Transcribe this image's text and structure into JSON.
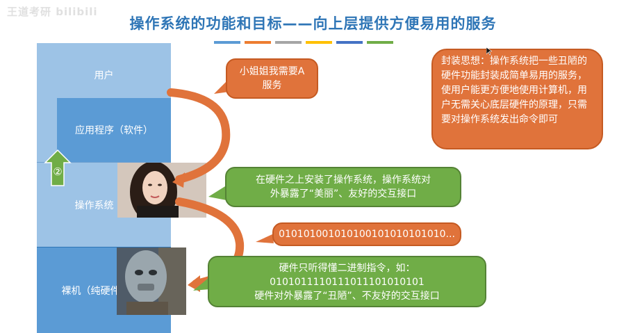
{
  "watermark": "王道考研 bilibili",
  "title": "操作系统的功能和目标——向上层提供方便易用的服务",
  "deco_colors": [
    "#5b9bd5",
    "#ed7d31",
    "#a5a5a5",
    "#ffc000",
    "#4472c4",
    "#70ad47"
  ],
  "layers": {
    "user": "用户",
    "app": "应用程序（软件）",
    "os": "操作系统",
    "hardware": "裸机（纯硬件）"
  },
  "step_marker": "②",
  "callouts": {
    "need": [
      "小姐姐我需要A",
      "服务"
    ],
    "encapsulation": "封装思想：操作系统把一些丑陋的硬件功能封装成简单易用的服务，使用户能更方便地使用计算机，用户无需关心底层硬件的原理，只需要对操作系统发出命令即可",
    "os_interface": [
      "在硬件之上安装了操作系统，操作系统对",
      "外暴露了“美丽”、友好的交互接口"
    ],
    "binary": "010101001010100101010101010...",
    "hardware_interface": [
      "硬件只听得懂二进制指令，如：",
      "0101011110111011101010101",
      "硬件对外暴露了“丑陋”、不友好的交互接口"
    ]
  },
  "colors": {
    "title": "#2e75b6",
    "light_blue": "#9dc3e6",
    "mid_blue": "#5b9bd5",
    "orange": "#e0733b",
    "green": "#70ad47"
  }
}
